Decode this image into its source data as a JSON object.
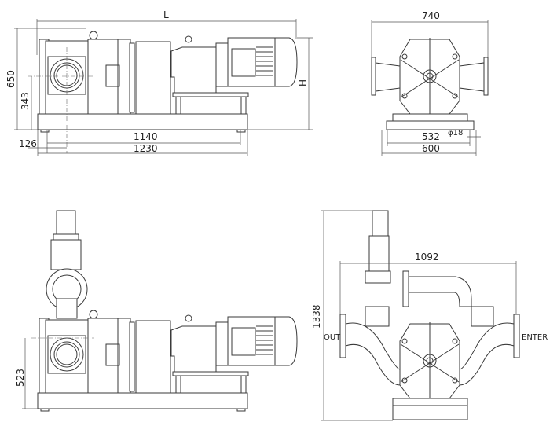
{
  "side_view_top": {
    "labels": {
      "length": "L",
      "height": "H",
      "overall_height": "650",
      "inlet_height": "343",
      "offset": "126",
      "bolt_span": "1140",
      "base_length": "1230"
    }
  },
  "front_view_top": {
    "labels": {
      "width": "740",
      "bolt_span": "532",
      "base_width": "600",
      "hole_dia": "φ18"
    }
  },
  "side_view_bottom": {
    "labels": {
      "inlet_height": "523"
    }
  },
  "front_view_bottom": {
    "labels": {
      "height": "1338",
      "width": "1092",
      "outlet": "OUT",
      "inlet": "ENTER"
    }
  }
}
